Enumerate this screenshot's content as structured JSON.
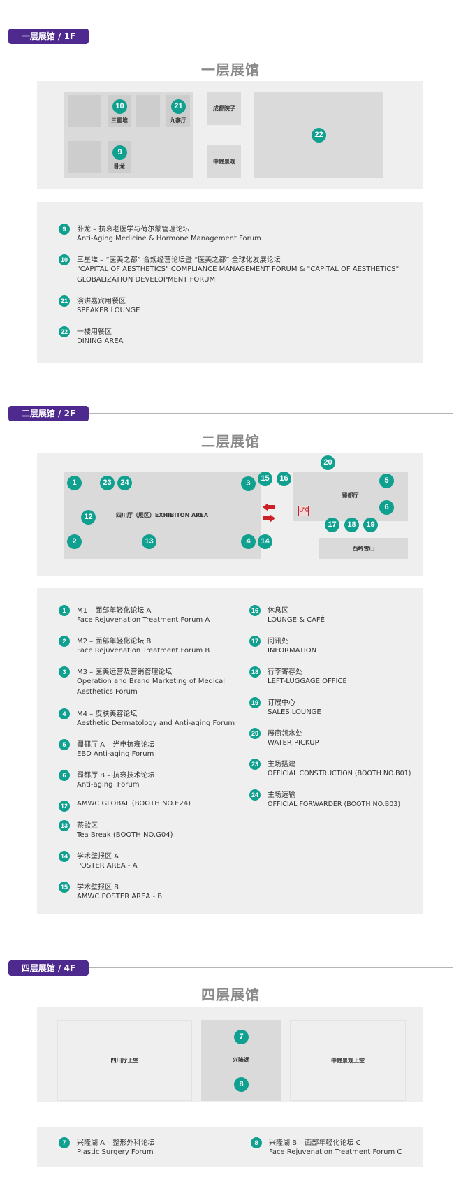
{
  "colors": {
    "floor_tag": "#4e2a8e",
    "pin": "#10a090",
    "panel": "#efefef",
    "room": "#dadada",
    "arrow": "#cc1f27"
  },
  "floors": {
    "f1": {
      "tag": "一层展馆 / 1F",
      "title": "一层展馆",
      "map": {
        "rooms": {
          "sanxingdui": "三星堆",
          "jiuzhaiting": "九寨厅",
          "wolong": "卧龙",
          "chengdu_yuanzi": "成都院子",
          "zhongting": "中庭景观"
        },
        "pins": {
          "p10": "10",
          "p21": "21",
          "p9": "9",
          "p22": "22"
        }
      },
      "legend": [
        {
          "num": "9",
          "zh": "卧龙 – 抗衰老医学与荷尔蒙管理论坛",
          "en": "Anti-Aging Medicine & Hormone Management Forum"
        },
        {
          "num": "10",
          "zh": "三星堆 – “医美之都” 合规经营论坛暨 “医美之都” 全球化发展论坛",
          "en": "\"CAPITAL OF AESTHETICS\" COMPLIANCE MANAGEMENT FORUM & \"CAPITAL OF AESTHETICS\" GLOBALIZATION DEVELOPMENT FORUM"
        },
        {
          "num": "21",
          "zh": "演讲嘉宾用餐区",
          "en": "SPEAKER LOUNGE"
        },
        {
          "num": "22",
          "zh": "一楼用餐区",
          "en": "DINING AREA"
        }
      ]
    },
    "f2": {
      "tag": "二层展馆 / 2F",
      "title": "二层展馆",
      "map": {
        "rooms": {
          "exhibition": "四川厅（展区）EXHIBITON AREA",
          "shuduting": "蜀都厅",
          "xiling": "西岭雪山"
        },
        "pins": {
          "p1": "1",
          "p23": "23",
          "p24": "24",
          "p3": "3",
          "p15": "15",
          "p16": "16",
          "p20": "20",
          "p5": "5",
          "p6": "6",
          "p12": "12",
          "p2": "2",
          "p13": "13",
          "p4": "4",
          "p14": "14",
          "p17": "17",
          "p18": "18",
          "p19": "19"
        },
        "restroom_icon": "🚻"
      },
      "legend_left": [
        {
          "num": "1",
          "zh": "M1 – 面部年轻化论坛 A",
          "en": "Face Rejuvenation Treatment Forum A"
        },
        {
          "num": "2",
          "zh": "M2 – 面部年轻化论坛 B",
          "en": "Face Rejuvenation Treatment Forum B"
        },
        {
          "num": "3",
          "zh": "M3 – 医美运营及营销管理论坛",
          "en": "Operation and Brand Marketing of Medical Aesthetics Forum"
        },
        {
          "num": "4",
          "zh": "M4 – 皮肤美容论坛",
          "en": "Aesthetic Dermatology and Anti-aging Forum"
        },
        {
          "num": "5",
          "zh": "蜀都厅 A – 光电抗衰论坛",
          "en": "EBD Anti-aging Forum"
        },
        {
          "num": "6",
          "zh": "蜀都厅 B – 抗衰技术论坛",
          "en": "Anti-aging  Forum"
        },
        {
          "num": "12",
          "zh": "AMWC GLOBAL (BOOTH NO.E24)",
          "en": ""
        },
        {
          "num": "13",
          "zh": "茶歇区",
          "en": "Tea Break (BOOTH NO.G04)"
        },
        {
          "num": "14",
          "zh": "学术壁报区 A",
          "en": "POSTER AREA - A"
        },
        {
          "num": "15",
          "zh": "学术壁报区 B",
          "en": "AMWC POSTER AREA - B"
        }
      ],
      "legend_right": [
        {
          "num": "16",
          "zh": "休息区",
          "en": "LOUNGE & CAFÉ"
        },
        {
          "num": "17",
          "zh": "问讯处",
          "en": "INFORMATION"
        },
        {
          "num": "18",
          "zh": "行李寄存处",
          "en": "LEFT-LUGGAGE OFFICE"
        },
        {
          "num": "19",
          "zh": "订展中心",
          "en": "SALES LOUNGE"
        },
        {
          "num": "20",
          "zh": "展商领水处",
          "en": "WATER PICKUP"
        },
        {
          "num": "23",
          "zh": "主场搭建",
          "en": "OFFICIAL CONSTRUCTION (BOOTH NO.B01)"
        },
        {
          "num": "24",
          "zh": "主场运输",
          "en": "OFFICIAL FORWARDER (BOOTH NO.B03)"
        }
      ]
    },
    "f4": {
      "tag": "四层展馆 / 4F",
      "title": "四层展馆",
      "map": {
        "rooms": {
          "sichuan_upper": "四川厅上空",
          "xinglonghu": "兴隆湖",
          "zhongting_upper": "中庭景观上空"
        },
        "pins": {
          "p7": "7",
          "p8": "8"
        }
      },
      "legend": [
        {
          "num": "7",
          "zh": "兴隆湖 A – 整形外科论坛",
          "en": "Plastic Surgery Forum"
        },
        {
          "num": "8",
          "zh": "兴隆湖 B – 面部年轻化论坛 C",
          "en": "Face Rejuvenation Treatment Forum C"
        }
      ]
    }
  }
}
